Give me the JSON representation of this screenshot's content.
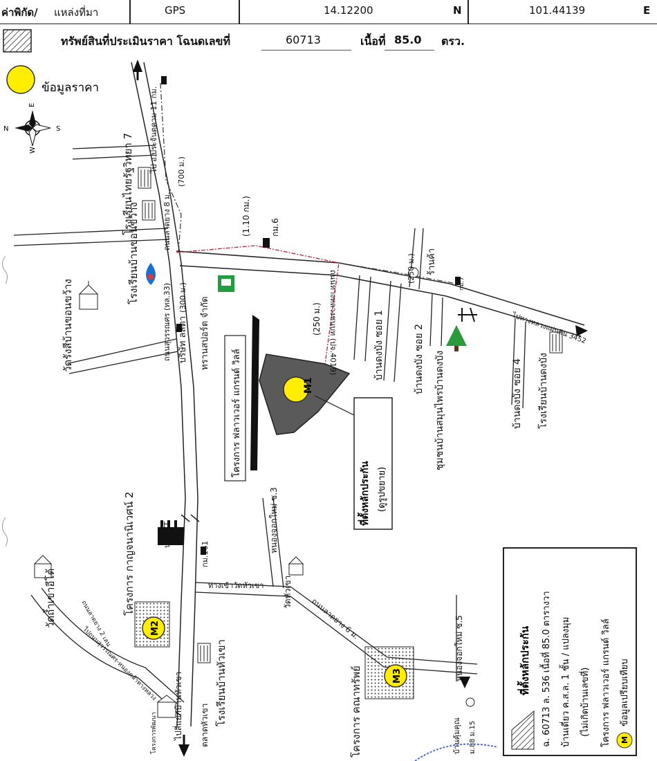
{
  "header": {
    "coord_label": "ค่าพิกัด/",
    "source_label": "แหล่งที่มา",
    "source_value": "GPS",
    "lat_value": "14.12200",
    "lat_dir": "N",
    "lon_value": "101.44139",
    "lon_dir": "E"
  },
  "deed_row": {
    "label": "ทรัพย์สินที่ประเมินราคา โฉนดเลขที่",
    "deed_no": "60713",
    "area_label": "เนื้อที่",
    "area_value": "85.0",
    "area_unit": "ตรว."
  },
  "legend": {
    "price_info_label": "ข้อมูลราคา",
    "price_info_color": "#ffee00"
  },
  "compass": {
    "n": "N",
    "e": "E",
    "s": "S",
    "w": "W"
  },
  "map": {
    "subject_color": "#5a5a5a",
    "marker_color": "#ffee00",
    "markers": [
      {
        "id": "M1",
        "label": "M1"
      },
      {
        "id": "M2",
        "label": "M2"
      },
      {
        "id": "M3",
        "label": "M3"
      }
    ],
    "callout": {
      "line1": "ที่ตั้งหลักประกัน",
      "line2": "(ดูรูปขยาย)"
    },
    "labels": {
      "school_top": "โรงเรียนไทยรัฐวิทยา 7",
      "school_khonkwang": "โรงเรียนบ้านขอนขว้าง",
      "temple_khonkwang": "วัดรังสีบ้านขอนขว้าง",
      "road_33": "ถนนสุวรรณศร (ทล.33)",
      "road_8m": "ถนนลาดยาง 8 ม.",
      "to_prachin": "ไป อ.ประจันตคาม 11 กม.",
      "d700": "(700 ม.)",
      "d110": "(1.10 กม.)",
      "km6": "กม.6",
      "d300": "(300 ม.)",
      "d250a": "(250 ม.)",
      "d250b": "(250 ม.)",
      "company": "บริษัท ลลิตา",
      "transport": "ทรานสปอร์ต จำกัด",
      "project_m1": "โครงการ ฟลาวเวอร์ แกรนด์ วิลล์",
      "road_4019": "ถนนทางหลวงชนบท (ปจ.4019)",
      "soi1": "บ้านดงบัง ซอย 1",
      "soi2": "บ้านดงบัง ซอย 2",
      "soi4": "บ้านดงบัง ซอย 4",
      "shop": "ร้านค้า",
      "herb": "ชุมชนบ้านสมุนไพรบ้านดงบัง",
      "school_dongbang": "โรงเรียนบ้านดงบัง",
      "road_3452": "ไปทางหลวงแผ่นดิน 3452",
      "km7": "กม.7",
      "pctt": "บ.PCTT",
      "km161": "กม.161",
      "project_m2": "โครงการ กาญจนานิเวศน์ 2",
      "temple_khaothai": "วัดถ้ำเขาอีโต้",
      "school_huakhao": "โรงเรียนบ้านหัวเขา",
      "to_sibamrung": "ไปสี่แยกบ้านหัวเขา",
      "market": "ตลาดหัวเขา",
      "to_temple_huakhao": "ทางเข้าวัดหัวเขา",
      "temple_huakhao": "วัดหัวเขา",
      "nongchok3": "หนองจอกใหม่ ซ.3",
      "nongchok5": "หนองจอกใหม่ ซ.5",
      "road_6m": "ถนนลาดยาง 6 ม.",
      "project_m3": "โครงการ คณาทรัพย์",
      "ban_khumkhun": "บ้านคุ้มคุณ",
      "m15": "ม.88 ม.15",
      "dev_project": "โครงการพัฒนา",
      "road_2rd": "ถนนลาดยาง 2 เลน",
      "road_long": "ไปถนนสุวรรณศร-หนองคล้าทางหลวง"
    }
  },
  "legend_box": {
    "title": "ที่ตั้งหลักประกัน",
    "line1": "ฉ. 60713 ล. 536 เนื้อที่ 85.0 ตารางวา",
    "line2": "บ้านเดี่ยว ค.ส.ล. 1 ชั้น / แปลงมุม",
    "line3": "(ไม่เกิดบ้านเลขที่)",
    "line4": "โครงการ ฟลาวเวอร์ แกรนด์ วิลล์",
    "marker_letter": "M",
    "marker_text": "ข้อมูลเปรียบเทียบ"
  }
}
